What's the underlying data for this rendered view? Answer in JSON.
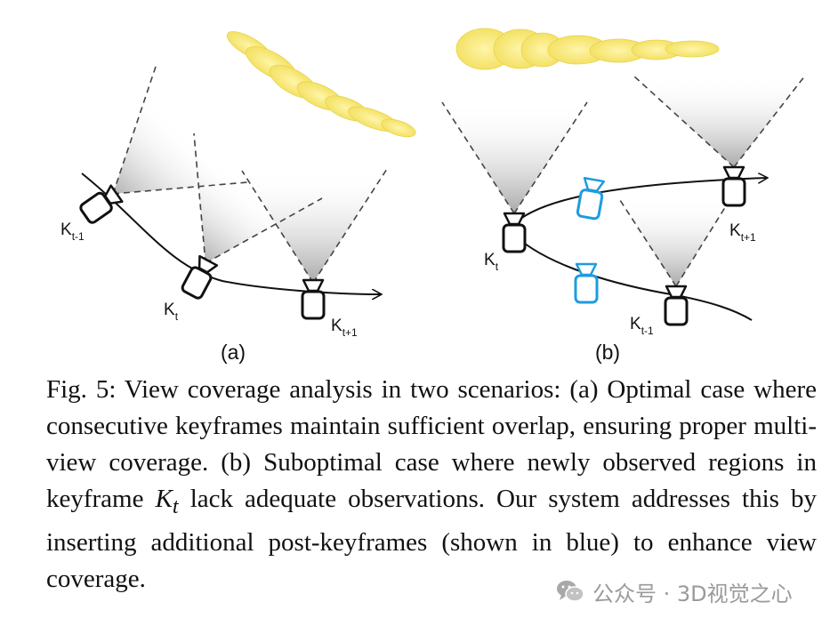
{
  "panels": {
    "a": {
      "label": "(a)",
      "keyframes": [
        {
          "main": "K",
          "sub": "t-1"
        },
        {
          "main": "K",
          "sub": "t"
        },
        {
          "main": "K",
          "sub": "t+1"
        }
      ]
    },
    "b": {
      "label": "(b)",
      "keyframes": [
        {
          "main": "K",
          "sub": "t"
        },
        {
          "main": "K",
          "sub": "t+1"
        },
        {
          "main": "K",
          "sub": "t-1"
        }
      ]
    }
  },
  "caption": {
    "part1": "Fig. 5: View coverage analysis in two scenarios: (a) Optimal case where consecutive keyframes maintain sufficient overlap, ensuring proper multi-view coverage. (b) Suboptimal case where newly observed regions in keyframe ",
    "math_main": "K",
    "math_sub": "t",
    "part2": " lack adequate observations. Our system addresses this by inserting additional post-keyframes (shown in blue) to enhance view coverage."
  },
  "watermark": {
    "text": "公众号 · 3D视觉之心"
  },
  "colors": {
    "camera": "#111111",
    "post_keyframe": "#1e9be0",
    "gaussian": "#f5e46a",
    "frustum_line": "#444444"
  }
}
